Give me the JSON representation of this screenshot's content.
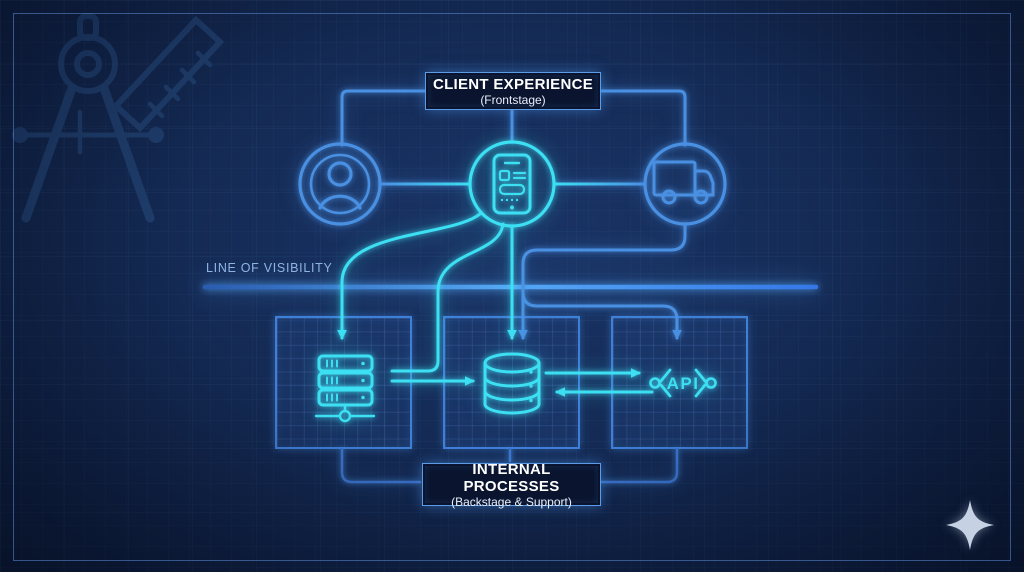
{
  "diagram": {
    "frontstage_box": {
      "title": "CLIENT EXPERIENCE",
      "subtitle": "(Frontstage)"
    },
    "backstage_box": {
      "title": "INTERNAL PROCESSES",
      "subtitle": "(Backstage & Support)"
    },
    "line_of_visibility_label": "LINE OF VISIBILITY",
    "api_label": "API",
    "nodes": {
      "frontstage": [
        "user",
        "mobile-app",
        "delivery-truck"
      ],
      "backstage": [
        "server",
        "database",
        "api"
      ]
    },
    "connections": [
      {
        "from": "frontstage-box",
        "to": "user"
      },
      {
        "from": "frontstage-box",
        "to": "mobile-app"
      },
      {
        "from": "frontstage-box",
        "to": "delivery-truck"
      },
      {
        "from": "user",
        "to": "mobile-app"
      },
      {
        "from": "mobile-app",
        "to": "delivery-truck"
      },
      {
        "from": "mobile-app",
        "to": "server"
      },
      {
        "from": "mobile-app",
        "to": "database"
      },
      {
        "from": "delivery-truck",
        "to": "database"
      },
      {
        "from": "delivery-truck",
        "to": "api"
      },
      {
        "from": "server",
        "to": "database"
      },
      {
        "from": "database",
        "to": "api"
      },
      {
        "from": "api",
        "to": "database"
      },
      {
        "from": "server-box",
        "to": "backstage-box"
      },
      {
        "from": "database-box",
        "to": "backstage-box"
      },
      {
        "from": "api-box",
        "to": "backstage-box"
      }
    ],
    "colors": {
      "background": "#142a54",
      "frontstage_blue": "#4a90e2",
      "backstage_cyan": "#3ddff2",
      "visibility_line_blue": "#4a9ef0",
      "box_text": "#ffffff",
      "visibility_label": "#8fb4e4",
      "sparkle": "#c6d2e4"
    }
  }
}
